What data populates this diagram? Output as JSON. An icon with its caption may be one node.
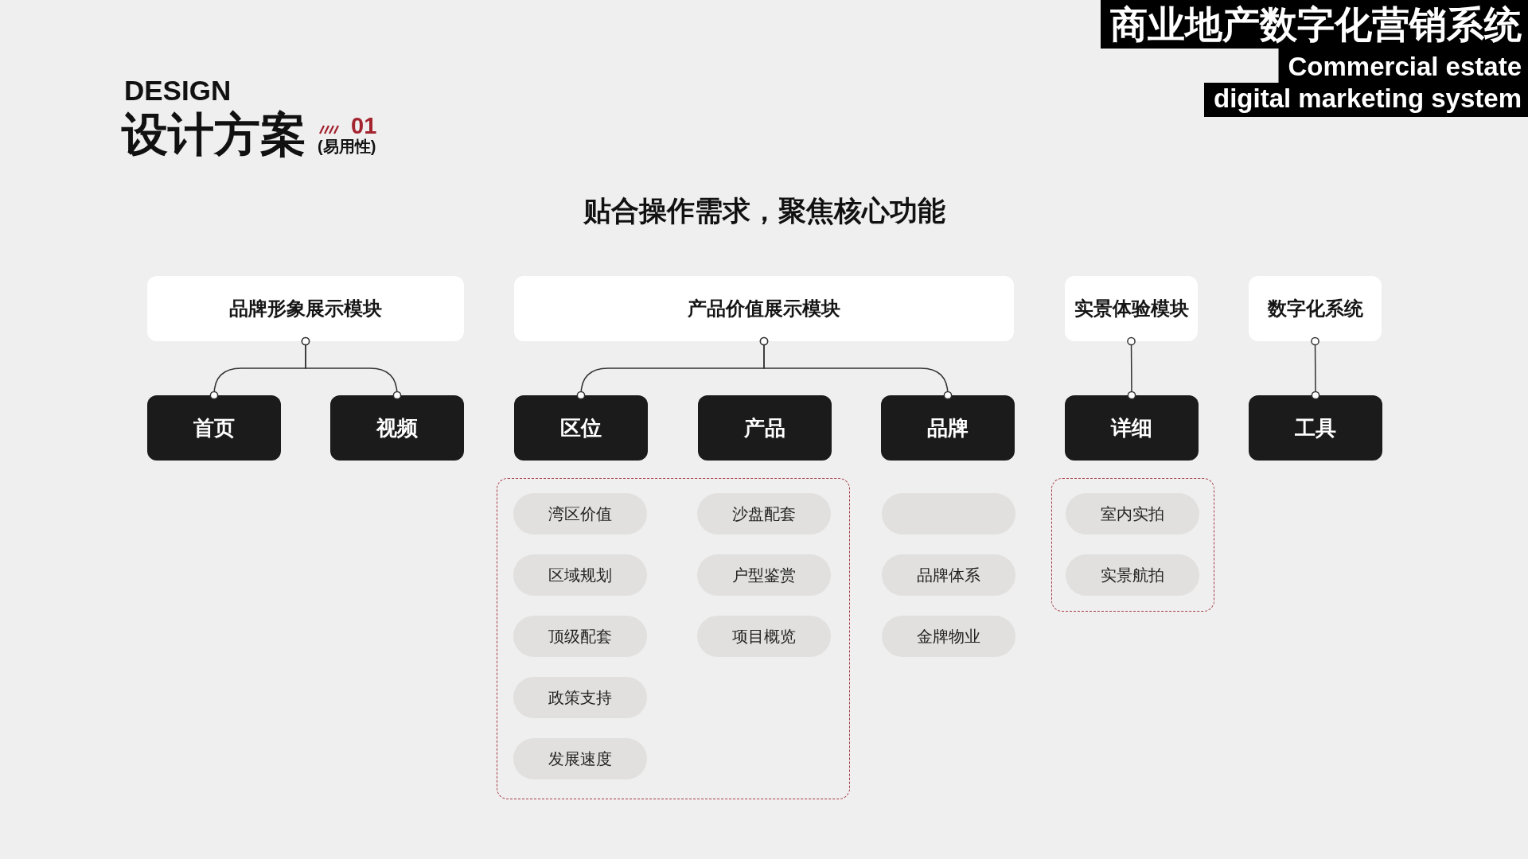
{
  "diagram": {
    "title": "贴合操作需求，聚焦核心功能",
    "nodes": [
      {
        "text": [
          "品牌形象展示模块"
        ]
      },
      {
        "text": [
          "产品价值展示模块"
        ]
      },
      {
        "text": [
          "实景体验模块"
        ]
      },
      {
        "text": [
          "数字化系统"
        ]
      },
      {
        "text": [
          "首页"
        ]
      },
      {
        "text": [
          "视频"
        ]
      },
      {
        "text": [
          "区位"
        ]
      },
      {
        "text": [
          "产品"
        ]
      },
      {
        "text": [
          "品牌"
        ]
      },
      {
        "text": [
          "详细"
        ]
      },
      {
        "text": [
          "工具"
        ]
      },
      {
        "text": [],
        "shape": "box"
      },
      {
        "text": [
          "湾区价值"
        ],
        "in": 11
      },
      {
        "text": [
          "区域规划"
        ],
        "in": 11
      },
      {
        "text": [
          "顶级配套"
        ],
        "in": 11
      },
      {
        "text": [
          "政策支持"
        ],
        "in": 11
      },
      {
        "text": [
          "发展速度"
        ],
        "in": 11
      },
      {
        "text": [
          "沙盘配套"
        ],
        "in": 11
      },
      {
        "text": [
          "户型鉴赏"
        ],
        "in": 11
      },
      {
        "text": [
          "项目概览"
        ],
        "in": 11
      },
      {
        "text": [],
        "shape": "box"
      },
      {
        "text": [
          "品牌体系"
        ]
      },
      {
        "text": [
          "金牌物业"
        ]
      },
      {
        "text": [],
        "shape": "box"
      },
      {
        "text": [
          "室内实拍"
        ],
        "in": 23
      },
      {
        "text": [
          "实景航拍"
        ],
        "in": 23
      }
    ],
    "edges": [
      {
        "from": 0,
        "to": 4,
        "arrow": "other"
      },
      {
        "from": 0,
        "to": 5,
        "arrow": "other"
      },
      {
        "from": 1,
        "to": 6,
        "arrow": "other"
      },
      {
        "from": 1,
        "to": 8,
        "arrow": "other"
      },
      {
        "from": 2,
        "to": 9,
        "arrow": "other"
      },
      {
        "from": 3,
        "to": 10,
        "arrow": "other"
      }
    ],
    "labels": [
      "商业地产数字化营销系统",
      "Commercial estate digital marketing system",
      "DESIGN",
      "设计方案",
      "01",
      "(易用性)"
    ]
  }
}
